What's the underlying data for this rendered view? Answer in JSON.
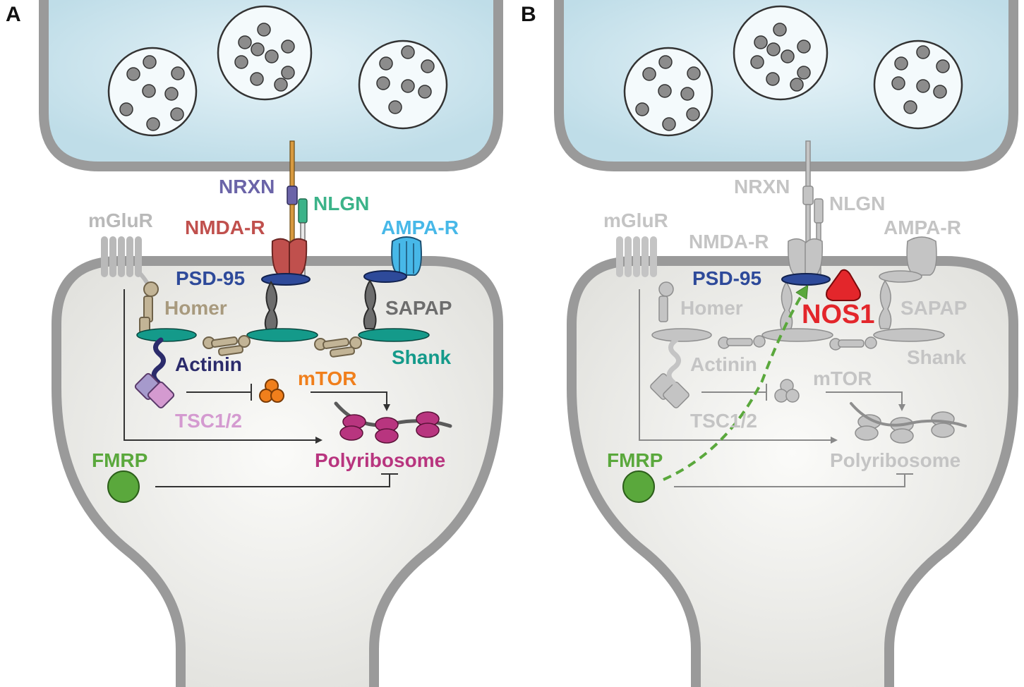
{
  "panels": [
    {
      "letter": "A",
      "labels": {
        "nrxn": "NRXN",
        "nlgn": "NLGN",
        "mglur": "mGluR",
        "nmdar": "NMDA-R",
        "ampar": "AMPA-R",
        "psd95": "PSD-95",
        "homer": "Homer",
        "sapap": "SAPAP",
        "shank": "Shank",
        "actinin": "Actinin",
        "mtor": "mTOR",
        "tsc": "TSC1/2",
        "fmrp": "FMRP",
        "polyribosome": "Polyribosome"
      }
    },
    {
      "letter": "B",
      "labels": {
        "nrxn": "NRXN",
        "nlgn": "NLGN",
        "mglur": "mGluR",
        "nmdar": "NMDA-R",
        "ampar": "AMPA-R",
        "psd95": "PSD-95",
        "homer": "Homer",
        "sapap": "SAPAP",
        "shank": "Shank",
        "actinin": "Actinin",
        "mtor": "mTOR",
        "tsc": "TSC1/2",
        "fmrp": "FMRP",
        "polyribosome": "Polyribosome",
        "nos1": "NOS1"
      }
    }
  ],
  "colors": {
    "presynaptic_fill": "#cfe6ef",
    "membrane": "#9a9a9a",
    "postsynaptic_fill": "#ededeb",
    "nrxn": "#6b64a8",
    "nlgn": "#3cb389",
    "mglur": "#b9b9b9",
    "nmdar": "#c0504d",
    "ampar": "#47b8e8",
    "psd95": "#2e4a9a",
    "homer": "#a89a7e",
    "sapap": "#6d6d6d",
    "shank": "#149a8a",
    "actinin": "#2b2b6b",
    "mtor": "#f07f1c",
    "tsc": "#d49ad0",
    "fmrp": "#5aa83c",
    "polyribosome": "#b8357f",
    "nos1": "#e3262b",
    "faded": "#c4c4c4"
  }
}
